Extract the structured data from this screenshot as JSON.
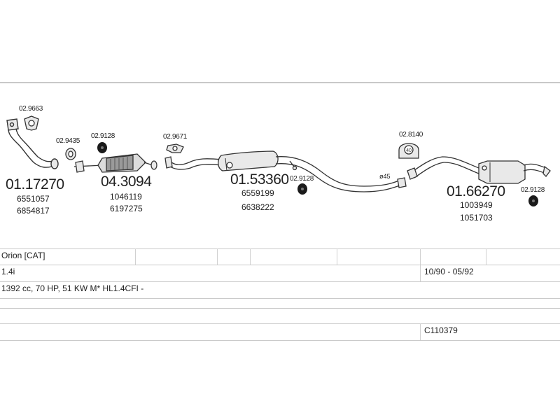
{
  "parts": {
    "downpipe": {
      "code": "01.17270",
      "oem": [
        "6551057",
        "6854817"
      ]
    },
    "gasket_1": {
      "code": "02.9663"
    },
    "clamp_1": {
      "code": "02.9435"
    },
    "rubber_1": {
      "code": "02.9128"
    },
    "catalyst": {
      "code": "04.3094",
      "oem": [
        "1046119",
        "6197275"
      ]
    },
    "gasket_2": {
      "code": "02.9671"
    },
    "middle_silencer": {
      "code": "01.53360",
      "oem": [
        "6559199",
        "6638222"
      ]
    },
    "rubber_2": {
      "code": "02.9128"
    },
    "pipe_diameter": {
      "label": "ø45"
    },
    "hanger": {
      "code": "02.8140"
    },
    "rear_silencer": {
      "code": "01.66270",
      "oem": [
        "1003949",
        "1051703"
      ]
    },
    "rubber_3": {
      "code": "02.9128"
    }
  },
  "vehicle": {
    "model": "Orion  [CAT]",
    "engine": "1.4i",
    "period": "10/90 - 05/92",
    "spec": "1392 cc, 70 HP, 51 KW M* HL1.4CFI -",
    "ref": "C110379"
  },
  "colors": {
    "line": "#333333",
    "part_fill": "#e9e9e9",
    "dark": "#1a1a1a",
    "rule": "#c9c9c9"
  }
}
